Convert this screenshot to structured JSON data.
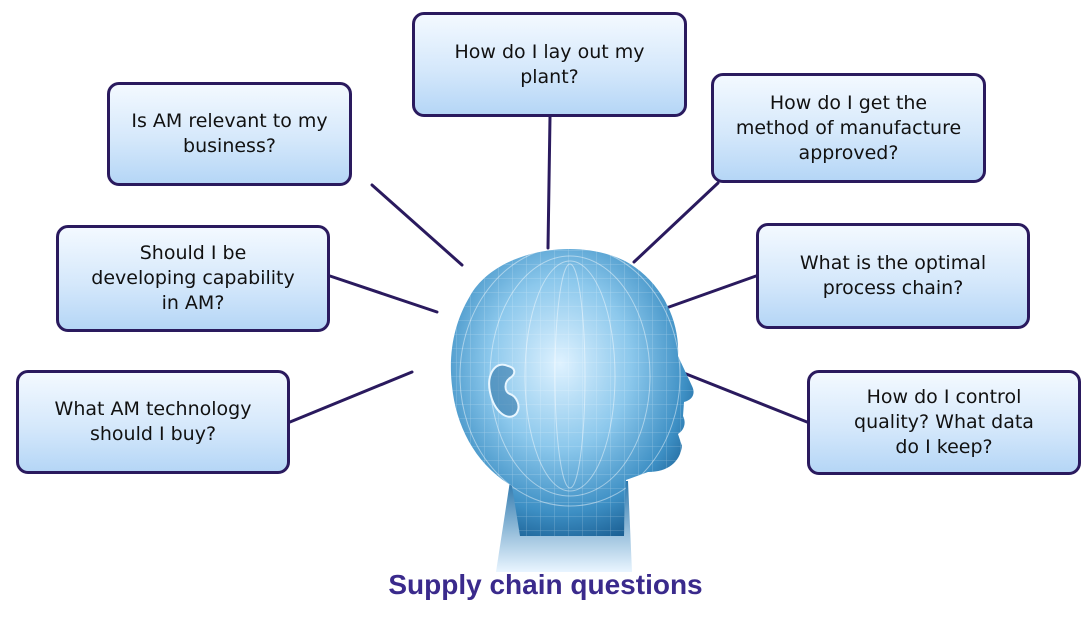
{
  "questions": {
    "layout": "How do I lay out my\nplant?",
    "relevant": "Is AM relevant to my\nbusiness?",
    "approved": "How do I get the\nmethod of manufacture\napproved?",
    "capability": "Should I be\ndeveloping capability\nin AM?",
    "process": "What is the optimal\nprocess chain?",
    "technology": "What AM technology\nshould I buy?",
    "quality": "How do I control\nquality? What data\ndo I keep?"
  },
  "caption": "Supply chain questions",
  "colors": {
    "box_border": "#2a1a5e",
    "box_fill_top": "#f3f9ff",
    "box_fill_bottom": "#b5d6f6",
    "connector": "#2a1a5e",
    "caption": "#3a2a8c",
    "head": "#3d8fc4"
  },
  "icons": {
    "head": "wireframe-human-head-profile"
  }
}
